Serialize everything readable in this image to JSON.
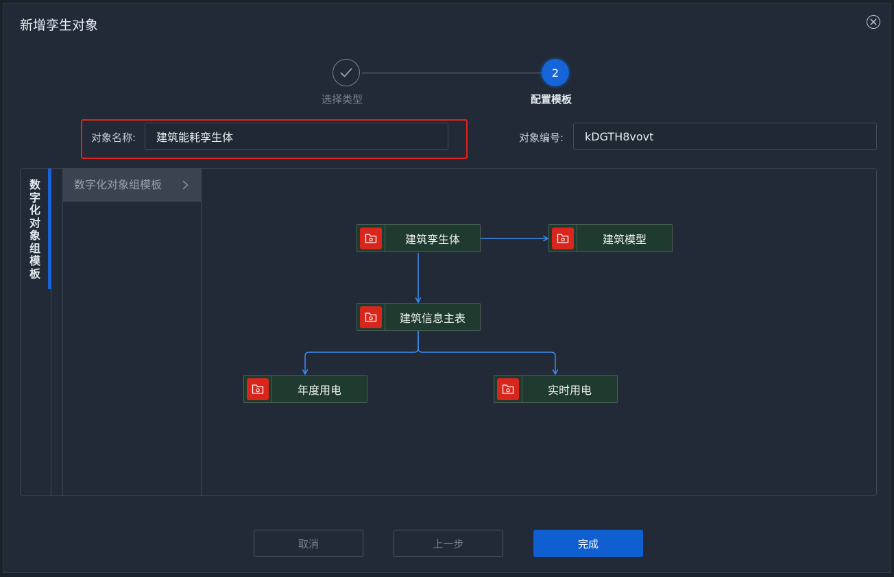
{
  "dialog": {
    "title": "新增孪生对象"
  },
  "steps": [
    {
      "label": "选择类型",
      "state": "done"
    },
    {
      "number": "2",
      "label": "配置模板",
      "state": "active"
    }
  ],
  "form": {
    "name_label": "对象名称:",
    "name_value": "建筑能耗孪生体",
    "code_label": "对象编号:",
    "code_value": "kDGTH8vovt"
  },
  "side_tab": {
    "label": "数字化对象组模板"
  },
  "tree": {
    "header": "数字化对象组模板"
  },
  "graph": {
    "nodes": [
      {
        "id": "n1",
        "label": "建筑孪生体"
      },
      {
        "id": "n2",
        "label": "建筑模型"
      },
      {
        "id": "n3",
        "label": "建筑信息主表"
      },
      {
        "id": "n4",
        "label": "年度用电"
      },
      {
        "id": "n5",
        "label": "实时用电"
      }
    ],
    "edges": [
      [
        "n1",
        "n2"
      ],
      [
        "n1",
        "n3"
      ],
      [
        "n3",
        "n4"
      ],
      [
        "n3",
        "n5"
      ]
    ]
  },
  "buttons": {
    "cancel": "取消",
    "prev": "上一步",
    "done": "完成"
  },
  "colors": {
    "accent": "#1565d8",
    "highlight": "#e2231a",
    "node_bg": "#1f3a2f",
    "node_icon": "#d8261c",
    "edge": "#3d8ef5"
  },
  "icons": {
    "close": "close-circle-icon",
    "step_done": "check-icon",
    "tree_expand": "chevron-right-icon",
    "node": "folder-icon"
  }
}
